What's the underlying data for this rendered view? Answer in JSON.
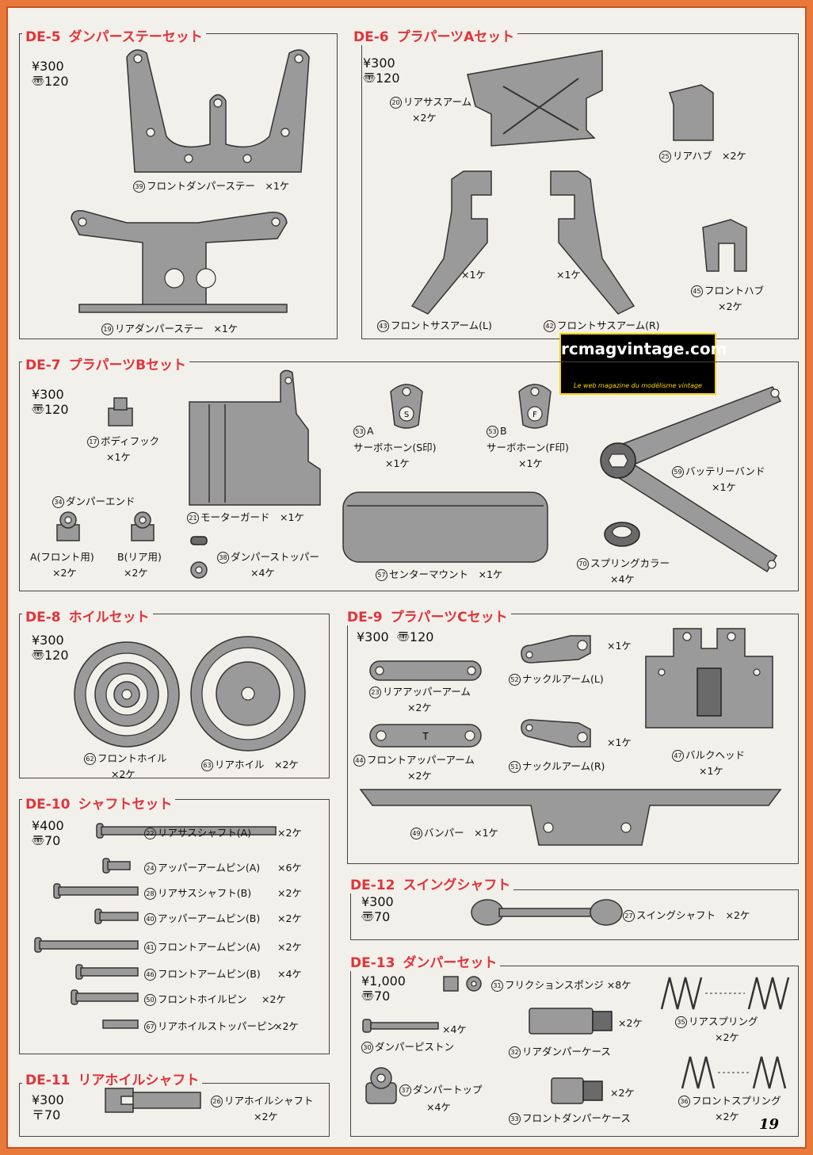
{
  "page_number": "19",
  "logo": {
    "title": "rcmagvintage.com",
    "subtitle": "Le web magazine du modélisme vintage"
  },
  "de5": {
    "code": "DE-5",
    "title": "ダンパーステーセット",
    "price1": "¥300",
    "price2": "〠120",
    "p39": "フロントダンパーステー　×1ケ",
    "p39n": "39",
    "p19": "リアダンパーステー　×1ケ",
    "p19n": "19"
  },
  "de6": {
    "code": "DE-6",
    "title": "プラパーツAセット",
    "price1": "¥300",
    "price2": "〠120",
    "p20": "リアサスアーム",
    "p20n": "20",
    "p20q": "×2ケ",
    "p25": "リアハブ　×2ケ",
    "p25n": "25",
    "p43q": "×1ケ",
    "p42q": "×1ケ",
    "p43": "フロントサスアーム(L)",
    "p43n": "43",
    "p42": "フロントサスアーム(R)",
    "p42n": "42",
    "p45": "フロントハブ",
    "p45n": "45",
    "p45q": "×2ケ"
  },
  "de7": {
    "code": "DE-7",
    "title": "プラパーツBセット",
    "price1": "¥300",
    "price2": "〠120",
    "p17": "ボディフック",
    "p17n": "17",
    "p17q": "×1ケ",
    "p34": "ダンパーエンド",
    "p34n": "34",
    "p34a": "A(フロント用)",
    "p34b": "B(リア用)",
    "p34aq": "×2ケ",
    "p34bq": "×2ケ",
    "p21": "モーターガード　×1ケ",
    "p21n": "21",
    "p38": "ダンパーストッパー",
    "p38n": "38",
    "p38q": "×4ケ",
    "p53a": "A",
    "p53an": "53",
    "p53as": "サーボホーン(S印)",
    "p53aq": "×1ケ",
    "p53a_mark": "S",
    "p53b": "B",
    "p53bn": "53",
    "p53bs": "サーボホーン(F印)",
    "p53bq": "×1ケ",
    "p53b_mark": "F",
    "p57": "センターマウント　×1ケ",
    "p57n": "57",
    "p59": "バッテリーバンド",
    "p59n": "59",
    "p59q": "×1ケ",
    "p70": "スプリングカラー",
    "p70n": "70",
    "p70q": "×4ケ"
  },
  "de8": {
    "code": "DE-8",
    "title": "ホイルセット",
    "price1": "¥300",
    "price2": "〠120",
    "p62": "フロントホイル",
    "p62n": "62",
    "p62q": "×2ケ",
    "p63": "リアホイル　×2ケ",
    "p63n": "63"
  },
  "de9": {
    "code": "DE-9",
    "title": "プラパーツCセット",
    "price1": "¥300",
    "price2": "〠120",
    "p23": "リアアッパーアーム",
    "p23n": "23",
    "p23q": "×2ケ",
    "p44": "フロントアッパーアーム",
    "p44n": "44",
    "p44q": "×2ケ",
    "p44_mark": "T",
    "p52q": "×1ケ",
    "p52": "ナックルアーム(L)",
    "p52n": "52",
    "p51q": "×1ケ",
    "p51": "ナックルアーム(R)",
    "p51n": "51",
    "p47": "バルクヘッド",
    "p47n": "47",
    "p47q": "×1ケ",
    "p49": "バンパー　×1ケ",
    "p49n": "49"
  },
  "de10": {
    "code": "DE-10",
    "title": "シャフトセット",
    "price1": "¥400",
    "price2": "〠70",
    "items": [
      {
        "n": "22",
        "label": "リアサスシャフト(A)",
        "q": "×2ケ"
      },
      {
        "n": "24",
        "label": "アッパーアームピン(A)",
        "q": "×6ケ"
      },
      {
        "n": "28",
        "label": "リアサスシャフト(B)",
        "q": "×2ケ"
      },
      {
        "n": "40",
        "label": "アッパーアームピン(B)",
        "q": "×2ケ"
      },
      {
        "n": "41",
        "label": "フロントアームピン(A)",
        "q": "×2ケ"
      },
      {
        "n": "46",
        "label": "フロントアームピン(B)",
        "q": "×4ケ"
      },
      {
        "n": "50",
        "label": "フロントホイルピン",
        "q": "×2ケ"
      },
      {
        "n": "67",
        "label": "リアホイルストッパーピン",
        "q": "×2ケ"
      }
    ]
  },
  "de11": {
    "code": "DE-11",
    "title": "リアホイルシャフト",
    "price1": "¥300",
    "price2": "〒70",
    "p26": "リアホイルシャフト",
    "p26n": "26",
    "p26q": "×2ケ"
  },
  "de12": {
    "code": "DE-12",
    "title": "スイングシャフト",
    "price1": "¥300",
    "price2": "〠70",
    "p27": "スイングシャフト　×2ケ",
    "p27n": "27"
  },
  "de13": {
    "code": "DE-13",
    "title": "ダンパーセット",
    "price1": "¥1,000",
    "price2": "〠70",
    "p31": "フリクションスポンジ ×8ケ",
    "p31n": "31",
    "p30q": "×4ケ",
    "p30": "ダンパーピストン",
    "p30n": "30",
    "p37": "ダンパートップ",
    "p37n": "37",
    "p37q": "×4ケ",
    "p32q": "×2ケ",
    "p32": "リアダンパーケース",
    "p32n": "32",
    "p33q": "×2ケ",
    "p33": "フロントダンパーケース",
    "p33n": "33",
    "p35": "リアスプリング",
    "p35n": "35",
    "p35q": "×2ケ",
    "p36": "フロントスプリング",
    "p36n": "36",
    "p36q": "×2ケ"
  }
}
